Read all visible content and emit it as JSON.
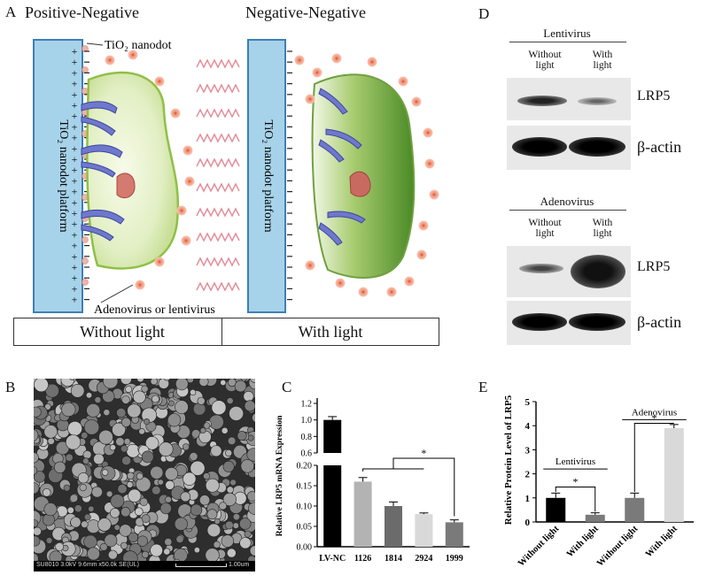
{
  "panels": {
    "a": {
      "letter": "A",
      "title_left": "Positive-Negative",
      "title_right": "Negative-Negative",
      "nanodot_label": "TiO₂ nanodot",
      "platform_label": "TiO₂ nanodot platform",
      "virus_label": "Adenovirus or lentivirus",
      "box_left": "Without light",
      "box_right": "With light"
    },
    "b": {
      "letter": "B",
      "sem_info": "SU8010 3.0kV 9.6mm x50.0k SE(UL)",
      "scale_label": "1.00um"
    },
    "c": {
      "letter": "C"
    },
    "d": {
      "letter": "D",
      "blots": [
        {
          "title": "Lentivirus",
          "lane1": "Without\nlight",
          "lane2": "With\nlight",
          "protein1": "LRP5",
          "protein2": "β-actin"
        },
        {
          "title": "Adenovirus",
          "lane1": "Without\nlight",
          "lane2": "With\nlight",
          "protein1": "LRP5",
          "protein2": "β-actin"
        }
      ]
    },
    "e": {
      "letter": "E"
    }
  },
  "chart_data": [
    {
      "panel": "C",
      "type": "bar",
      "ylabel": "Relative LRP5 mRNA Expression",
      "categories": [
        "LV-NC",
        "1126",
        "1814",
        "2924",
        "1999"
      ],
      "values": [
        1.0,
        0.16,
        0.1,
        0.08,
        0.06
      ],
      "errors": [
        0.04,
        0.01,
        0.01,
        0.003,
        0.006
      ],
      "colors": [
        "#000000",
        "#b3b3b3",
        "#6b6b6b",
        "#d9d9d9",
        "#7a7a7a"
      ],
      "broken_axis": true,
      "ylim_lower": [
        0,
        0.2
      ],
      "ylim_upper": [
        0.6,
        1.2
      ],
      "yticks_lower": [
        "0.00",
        "0.05",
        "0.10",
        "0.15",
        "0.20"
      ],
      "yticks_upper": [
        "0.6",
        "0.8",
        "1.0",
        "1.2"
      ],
      "significance": "*"
    },
    {
      "panel": "E",
      "type": "bar",
      "ylabel": "Relative Protein Level of LRP5",
      "categories": [
        "Without light",
        "With light",
        "Without light",
        "With light"
      ],
      "groups": [
        "Lentivirus",
        "Adenovirus"
      ],
      "values": [
        1.0,
        0.3,
        1.0,
        3.9
      ],
      "errors": [
        0.2,
        0.08,
        0.2,
        0.15
      ],
      "colors": [
        "#000000",
        "#7a7a7a",
        "#7a7a7a",
        "#d9d9d9"
      ],
      "ylim": [
        0,
        5
      ],
      "yticks": [
        "0",
        "1",
        "2",
        "3",
        "4",
        "5"
      ],
      "significance": "*"
    }
  ]
}
